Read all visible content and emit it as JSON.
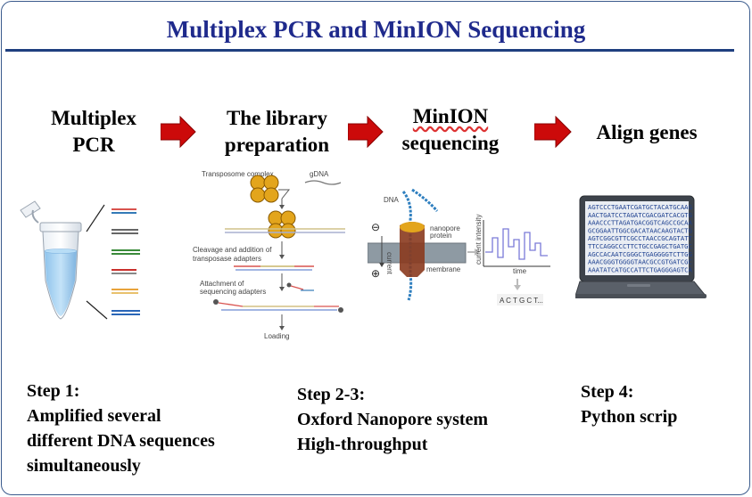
{
  "title": "Multiplex PCR and MinION Sequencing",
  "steps": [
    {
      "title_lines": [
        "Multiplex",
        "PCR"
      ]
    },
    {
      "title_lines": [
        "The library",
        "preparation"
      ]
    },
    {
      "title_lines": [
        "MinION",
        "sequencing"
      ]
    },
    {
      "title_lines": [
        "Align genes"
      ]
    }
  ],
  "descriptions": [
    {
      "lines": [
        "Step 1:",
        "Amplified several",
        "different DNA sequences",
        "simultaneously"
      ]
    },
    {
      "lines": [
        "Step 2-3:",
        "Oxford Nanopore system",
        "High-throughput"
      ]
    },
    {
      "lines": [
        "Step 4:",
        "Python scrip"
      ]
    }
  ],
  "library_figure": {
    "transposome": "Transposome complex",
    "gdna": "gDNA",
    "cleavage_1": "Cleavage and addition of",
    "cleavage_2": "transposase adapters",
    "attach_1": "Attachment of",
    "attach_2": "sequencing adapters",
    "loading": "Loading"
  },
  "nanopore_figure": {
    "dna": "DNA",
    "nanopore_1": "nanopore",
    "nanopore_2": "protein",
    "membrane": "membrane",
    "current": "current",
    "minus": "⊖",
    "plus": "⊕",
    "ylabel": "current intensity",
    "xlabel": "time",
    "bases": "A C T G C T..."
  },
  "laptop_screen_lines": [
    "AGTCCCTGAATCGATGCTACATGCAAG",
    "AACTGATCCTAGATCGACGATCACGTG",
    "AAACCCTTAGATGACGGTCAGCCGCAA",
    "GCGGAATTGGCGACATAACAAGTACTG",
    "AGTCGGCGTTCGCCTAACCGCAGTATT",
    "TTCCAGGCCCTTCTGCCGAGCTGATGC",
    "AGCCACAATCGGGCTGAGGGGTCTTGG",
    "AAACGGGTGGGGTAACGCCGTGATCGC",
    "AAATATCATGCCATTCTGAGGGAGTCA"
  ],
  "colors": {
    "title": "#1f2a8c",
    "rule": "#1f3f7f",
    "arrow": "#cc0a0a",
    "border": "#3a5a8c"
  }
}
